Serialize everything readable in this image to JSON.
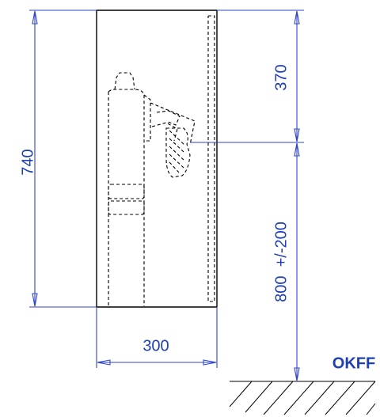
{
  "colors": {
    "dimension": "#2f45c8",
    "outline": "#000000",
    "background": "#ffffff"
  },
  "dimensions": {
    "total_height": "740",
    "top_to_outlet": "370",
    "outlet_to_floor": "800  +/-200",
    "width": "300"
  },
  "floor_label": "OKFF"
}
